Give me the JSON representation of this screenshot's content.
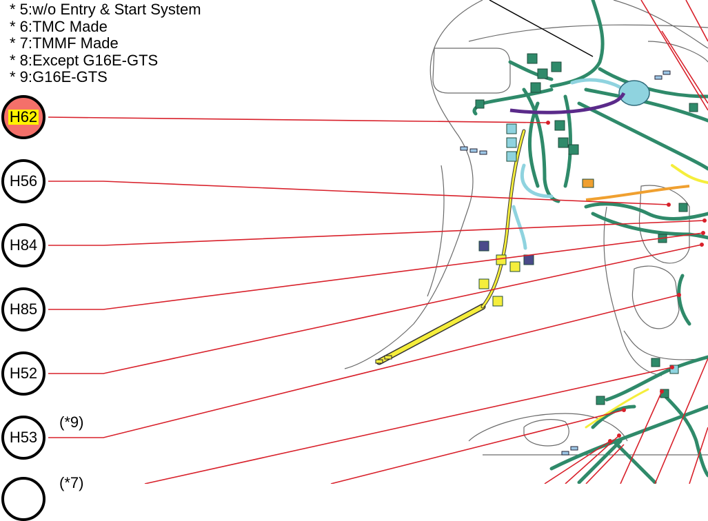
{
  "legend": [
    "* 5:w/o Entry & Start System",
    "* 6:TMC Made",
    "* 7:TMMF Made",
    "* 8:Except G16E-GTS",
    "* 9:G16E-GTS"
  ],
  "connectors": [
    {
      "id": "H62",
      "active": true,
      "note": ""
    },
    {
      "id": "H56",
      "active": false,
      "note": ""
    },
    {
      "id": "H84",
      "active": false,
      "note": ""
    },
    {
      "id": "H85",
      "active": false,
      "note": ""
    },
    {
      "id": "H52",
      "active": false,
      "note": ""
    },
    {
      "id": "H53",
      "active": false,
      "note": "(*9)"
    },
    {
      "id": "",
      "active": false,
      "note": "(*7)"
    }
  ],
  "colors": {
    "leader_line": "#d8202a",
    "active_fill": "#f4706a",
    "active_label_bg": "#fff200",
    "harness": "#2f8a6a",
    "harness_light": "#8fd3df",
    "harness_yellow": "#f5ee3c",
    "harness_purple": "#5a2a8a",
    "harness_orange": "#f0a030",
    "outline": "#6a6a6a"
  }
}
